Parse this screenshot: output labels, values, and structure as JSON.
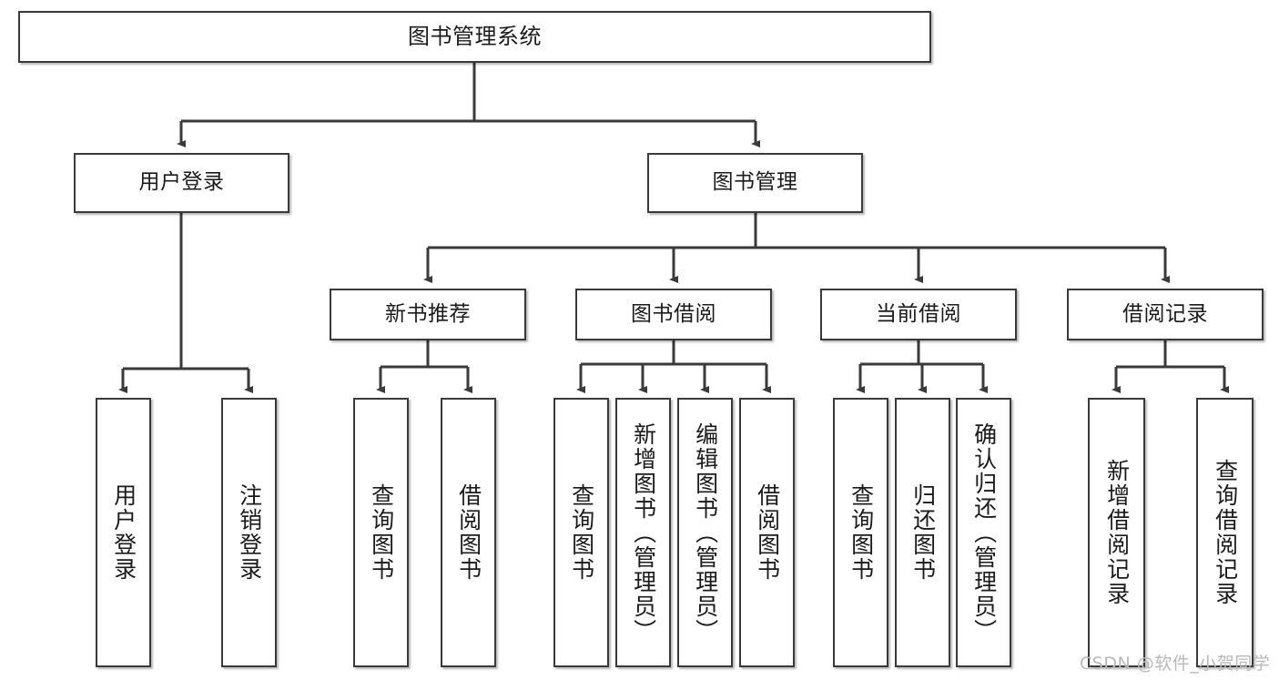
{
  "diagram": {
    "title": "图书管理系统",
    "watermark": "CSDN @软件_小贺同学",
    "line_color": "#3a3a3a",
    "box_fill": "#ffffff",
    "text_color": "#1b1b1b"
  },
  "nodes": {
    "root": {
      "label": "图书管理系统"
    },
    "level2": [
      {
        "label": "用户登录"
      },
      {
        "label": "图书管理"
      }
    ],
    "level3": [
      {
        "label": "新书推荐"
      },
      {
        "label": "图书借阅"
      },
      {
        "label": "当前借阅"
      },
      {
        "label": "借阅记录"
      }
    ],
    "leaves": {
      "user_login": [
        {
          "label": "用户登录"
        },
        {
          "label": "注销登录"
        }
      ],
      "new_book_recommend": [
        {
          "label": "查询图书"
        },
        {
          "label": "借阅图书"
        }
      ],
      "book_borrow": [
        {
          "label": "查询图书"
        },
        {
          "label": "新增图书（管理员）"
        },
        {
          "label": "编辑图书（管理员）"
        },
        {
          "label": "借阅图书"
        }
      ],
      "current_borrow": [
        {
          "label": "查询图书"
        },
        {
          "label": "归还图书"
        },
        {
          "label": "确认归还（管理员）"
        }
      ],
      "borrow_record": [
        {
          "label": "新增借阅记录"
        },
        {
          "label": "查询借阅记录"
        }
      ]
    }
  }
}
